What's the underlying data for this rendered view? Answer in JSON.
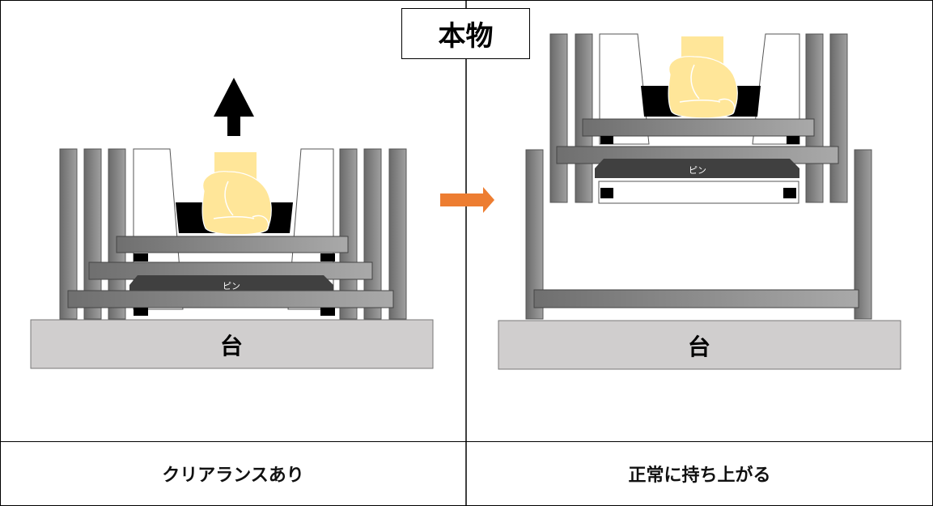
{
  "title": "本物",
  "panels": [
    {
      "caption": "クリアランスあり",
      "base_label": "台",
      "pin_label": "ピン"
    },
    {
      "caption": "正常に持ち上がる",
      "base_label": "台",
      "pin_label": "ピン"
    }
  ],
  "icons": {
    "lift_direction": "up-arrow-icon",
    "transition": "right-arrow-icon",
    "hand": "fist-hand-icon"
  },
  "colors": {
    "transition_arrow": "#ED7D31",
    "hand": "#FFE699",
    "base": "#D0CECE",
    "pin_block": "#404040"
  }
}
